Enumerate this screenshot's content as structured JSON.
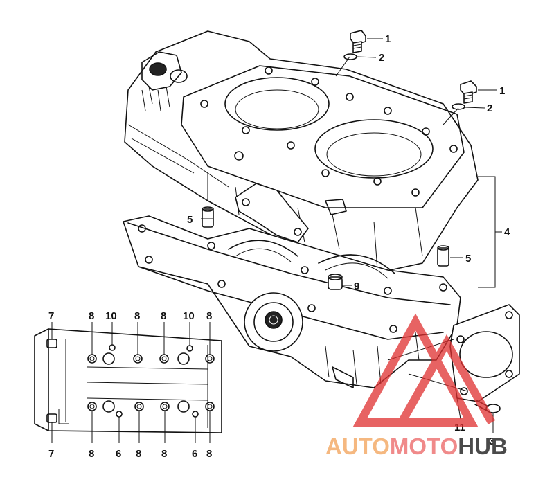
{
  "callouts": {
    "c1a": "1",
    "c2a": "2",
    "c1b": "1",
    "c2b": "2",
    "c4": "4",
    "c5a": "5",
    "c5b": "5",
    "c9": "9",
    "c11": "11",
    "c3": "3",
    "top7": "7",
    "top8a": "8",
    "top10a": "10",
    "top8b": "8",
    "top8c": "8",
    "top10b": "10",
    "top8d": "8",
    "bot7": "7",
    "bot8a": "8",
    "bot6a": "6",
    "bot8b": "8",
    "bot8c": "8",
    "bot6b": "6",
    "bot8d": "8"
  },
  "watermark": {
    "part1": "AUTO",
    "part2": "MOTO",
    "part3": "HUB",
    "colors": {
      "auto": "#f5b880",
      "moto": "#f08a8a",
      "hub": "#4a4a4a",
      "triangle": "#e03030"
    }
  }
}
